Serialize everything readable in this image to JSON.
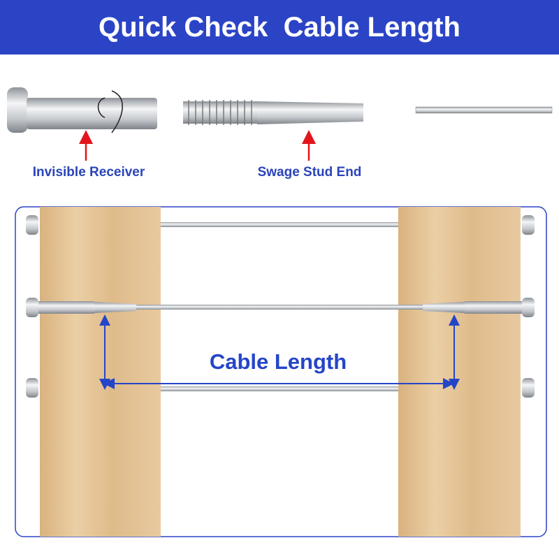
{
  "header": {
    "title": "Quick Check  Cable Length"
  },
  "parts": {
    "receiver_label": "Invisible Receiver",
    "stud_label": "Swage Stud End"
  },
  "diagram": {
    "measure_label": "Cable Length"
  },
  "colors": {
    "brand_blue": "#2b44c6",
    "label_blue": "#2a44b8",
    "arrow_red": "#e3141b",
    "wood": "#e2c196",
    "steel": "#c9cdd1"
  }
}
